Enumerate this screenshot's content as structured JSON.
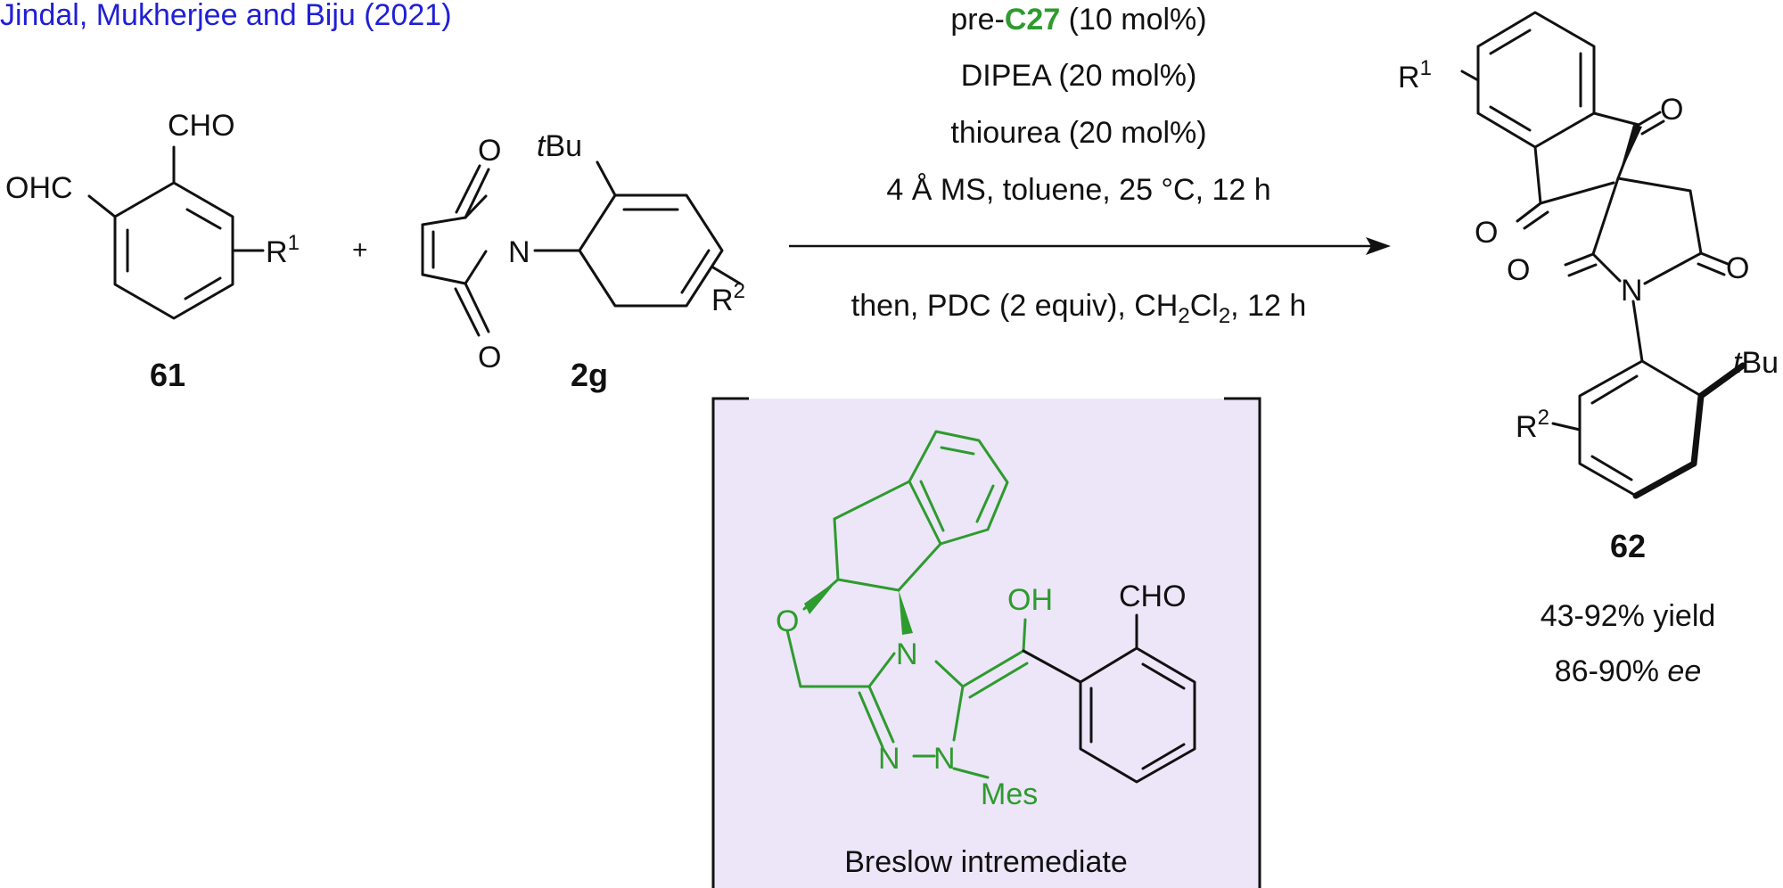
{
  "citation": "Jindal, Mukherjee and Biju (2021)",
  "reactant1": {
    "label": "61",
    "cho": "CHO",
    "ohc": "OHC",
    "r": "R",
    "r_sup": "1"
  },
  "plus": "+",
  "reactant2": {
    "label": "2g",
    "o_top": "O",
    "o_bottom": "O",
    "n": "N",
    "tbu_t": "t",
    "tbu_rest": "Bu",
    "r": "R",
    "r_sup": "2"
  },
  "conditions": {
    "line1_prefix": "pre-",
    "line1_catalyst": "C27",
    "line1_suffix": " (10 mol%)",
    "line2": "DIPEA (20 mol%)",
    "line3": "thiourea (20 mol%)",
    "line4": "4 Å MS, toluene, 25 °C, 12 h",
    "line5_a": "then, PDC (2 equiv), CH",
    "line5_sub1": "2",
    "line5_b": "Cl",
    "line5_sub2": "2",
    "line5_c": ", 12 h"
  },
  "product": {
    "label": "62",
    "yield": "43-92% yield",
    "ee_value": "86-90% ",
    "ee_unit": "ee",
    "r1": "R",
    "r1_sup": "1",
    "r2": "R",
    "r2_sup": "2",
    "o1": "O",
    "o2": "O",
    "o3": "O",
    "o4": "O",
    "n": "N",
    "tbu_t": "t",
    "tbu_rest": "Bu"
  },
  "breslow": {
    "caption": "Breslow intremediate",
    "oh": "OH",
    "cho": "CHO",
    "o": "O",
    "n_top": "N",
    "n_left": "N",
    "n_right": "N",
    "mes": "Mes",
    "box_color": "#ece6f8",
    "structure_color": "#2e9b2e"
  },
  "colors": {
    "citation": "#1f1fd6",
    "catalyst": "#2e9b2e",
    "text": "#111111"
  }
}
